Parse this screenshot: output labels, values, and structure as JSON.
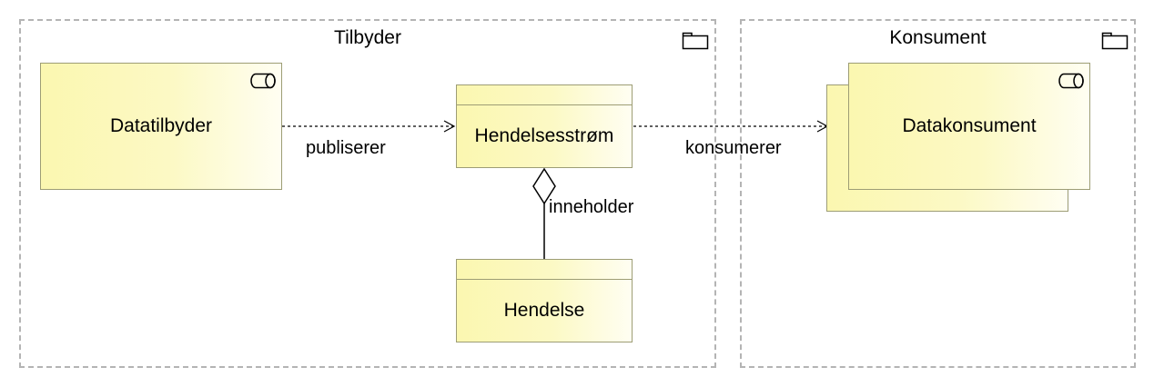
{
  "groups": {
    "provider": {
      "title": "Tilbyder",
      "icon": "folder-icon"
    },
    "consumer": {
      "title": "Konsument",
      "icon": "folder-icon"
    }
  },
  "elements": {
    "data_provider": {
      "label": "Datatilbyder",
      "icon": "business-role-icon"
    },
    "event_stream": {
      "label": "Hendelsesstrøm"
    },
    "event": {
      "label": "Hendelse"
    },
    "data_consumer": {
      "label": "Datakonsument",
      "icon": "business-role-icon"
    }
  },
  "relations": {
    "publishes": "publiserer",
    "consumes": "konsumerer",
    "contains": "inneholder"
  },
  "colors": {
    "element_fill": "#fcf9c5",
    "element_border": "#9d9d75",
    "group_border": "#b4b4b4"
  }
}
